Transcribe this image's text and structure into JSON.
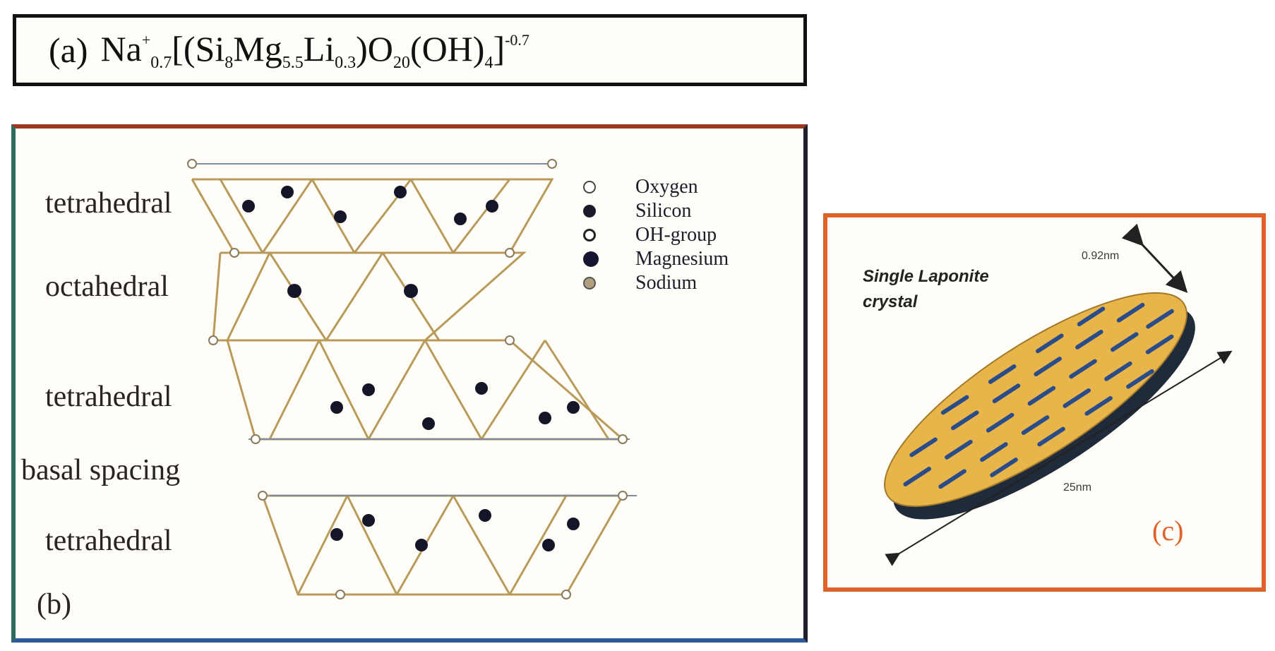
{
  "formula": {
    "label": "(a)",
    "na": "Na",
    "na_sup": "+",
    "na_sub": "0.7",
    "bracket_open": "[(",
    "si": "Si",
    "si_sub": "8",
    "mg": "Mg",
    "mg_sub": "5.5",
    "li": "Li",
    "li_sub": "0.3",
    "o_part": ")O",
    "o_sub": "20",
    "oh": "(OH)",
    "oh_sub": "4",
    "bracket_close": "]",
    "charge": "-0.7"
  },
  "structure": {
    "layers": [
      "tetrahedral",
      "octahedral",
      "tetrahedral",
      "basal spacing",
      "tetrahedral"
    ],
    "panel_label": "(b)",
    "legend": [
      {
        "label": "Oxygen",
        "fill": "#ffffff",
        "stroke": "#444444"
      },
      {
        "label": "Silicon",
        "fill": "#1a1a2a",
        "stroke": "#1a1a2a"
      },
      {
        "label": "OH-group",
        "fill": "#ffffff",
        "stroke": "#222222"
      },
      {
        "label": "Magnesium",
        "fill": "#151530",
        "stroke": "#151530"
      },
      {
        "label": "Sodium",
        "fill": "#b0a080",
        "stroke": "#555555"
      }
    ]
  },
  "crystal": {
    "label_line1": "Single Laponite",
    "label_line2": "crystal",
    "thickness": "0.92nm",
    "diameter": "25nm",
    "panel_label": "(c)"
  },
  "colors": {
    "frame_red": "#e0622b",
    "frame_green": "#2f6b5c",
    "sheet_yellow": "#e8b54a",
    "sheet_blue": "#2a4d8a",
    "edge_dark": "#1f2a3a"
  }
}
